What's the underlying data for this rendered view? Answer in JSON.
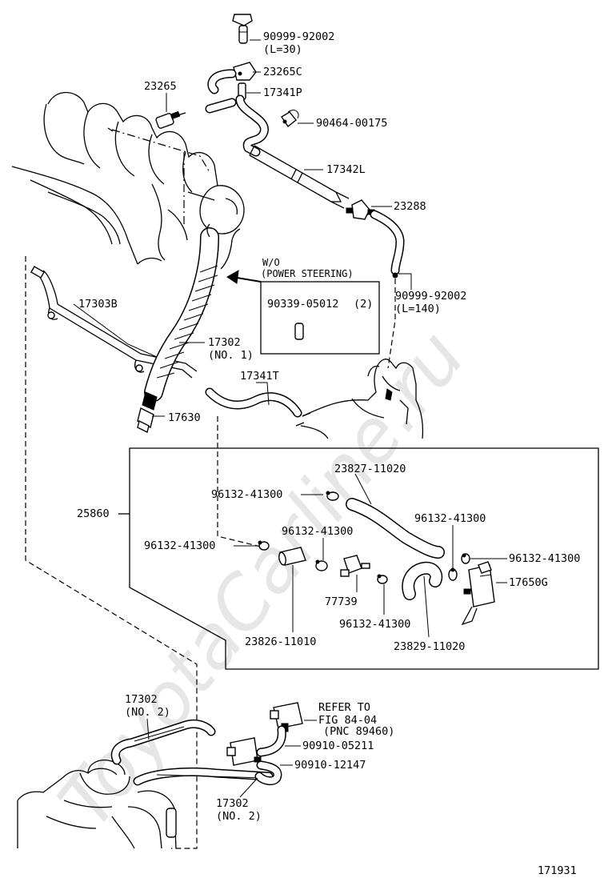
{
  "watermark": "ToyotaCarline.ru",
  "figure_number": "171931",
  "callouts": {
    "p_90999_92002_a": "90999-92002",
    "p_90999_92002_a_len": "(L=30)",
    "p_23265C": "23265C",
    "p_17341P": "17341P",
    "p_90464_00175": "90464-00175",
    "p_17342L": "17342L",
    "p_23288": "23288",
    "p_90999_92002_b": "90999-92002",
    "p_90999_92002_b_len": "(L=140)",
    "p_23265": "23265",
    "p_17303B": "17303B",
    "p_17302_no1": "17302",
    "p_17302_no1_sub": "(NO. 1)",
    "p_17341T": "17341T",
    "p_17630": "17630",
    "p_23827_11020": "23827-11020",
    "p_96132_41300_a": "96132-41300",
    "p_96132_41300_b": "96132-41300",
    "p_96132_41300_c": "96132-41300",
    "p_96132_41300_d": "96132-41300",
    "p_96132_41300_e": "96132-41300",
    "p_96132_41300_f": "96132-41300",
    "p_25860": "25860",
    "p_17650G": "17650G",
    "p_77739": "77739",
    "p_23826_11010": "23826-11010",
    "p_23829_11020": "23829-11020",
    "p_17302_no2_a": "17302",
    "p_17302_no2_a_sub": "(NO. 2)",
    "p_17302_no2_b": "17302",
    "p_17302_no2_b_sub": "(NO. 2)",
    "p_90910_05211": "90910-05211",
    "p_90910_12147": "90910-12147"
  },
  "wo_box": {
    "title_line1": "W/O",
    "title_line2": "(POWER STEERING)",
    "part": "90339-05012",
    "qty": "(2)"
  },
  "refer_note": {
    "line1": "REFER TO",
    "line2": "FIG 84-04",
    "line3": "(PNC 89460)"
  }
}
